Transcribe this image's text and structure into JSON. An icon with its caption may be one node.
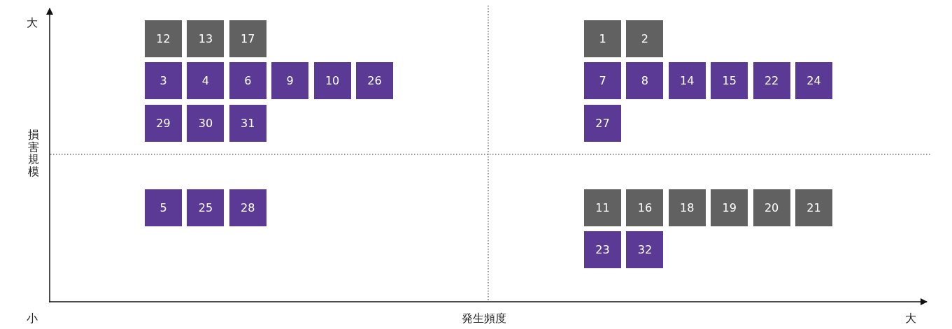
{
  "diagram": {
    "nodes": [
      {
        "text": [
          "12"
        ]
      },
      {
        "text": [
          "13"
        ]
      },
      {
        "text": [
          "17"
        ]
      },
      {
        "text": [
          "1"
        ]
      },
      {
        "text": [
          "2"
        ]
      },
      {
        "text": [
          "3"
        ]
      },
      {
        "text": [
          "4"
        ]
      },
      {
        "text": [
          "6"
        ]
      },
      {
        "text": [
          "9"
        ]
      },
      {
        "text": [
          "10"
        ]
      },
      {
        "text": [
          "26"
        ]
      },
      {
        "text": [
          "7"
        ]
      },
      {
        "text": [
          "8"
        ]
      },
      {
        "text": [
          "14"
        ]
      },
      {
        "text": [
          "15"
        ]
      },
      {
        "text": [
          "22"
        ]
      },
      {
        "text": [
          "24"
        ]
      },
      {
        "text": [
          "29"
        ]
      },
      {
        "text": [
          "30"
        ]
      },
      {
        "text": [
          "31"
        ]
      },
      {
        "text": [
          "27"
        ]
      },
      {
        "text": [
          "5"
        ]
      },
      {
        "text": [
          "25"
        ]
      },
      {
        "text": [
          "28"
        ]
      },
      {
        "text": [
          "11"
        ]
      },
      {
        "text": [
          "16"
        ]
      },
      {
        "text": [
          "18"
        ]
      },
      {
        "text": [
          "19"
        ]
      },
      {
        "text": [
          "20"
        ]
      },
      {
        "text": [
          "21"
        ]
      },
      {
        "text": [
          "23"
        ]
      },
      {
        "text": [
          "32"
        ]
      }
    ],
    "labels": [
      "大",
      "損害規模",
      "小",
      "発生頻度",
      "大"
    ]
  }
}
